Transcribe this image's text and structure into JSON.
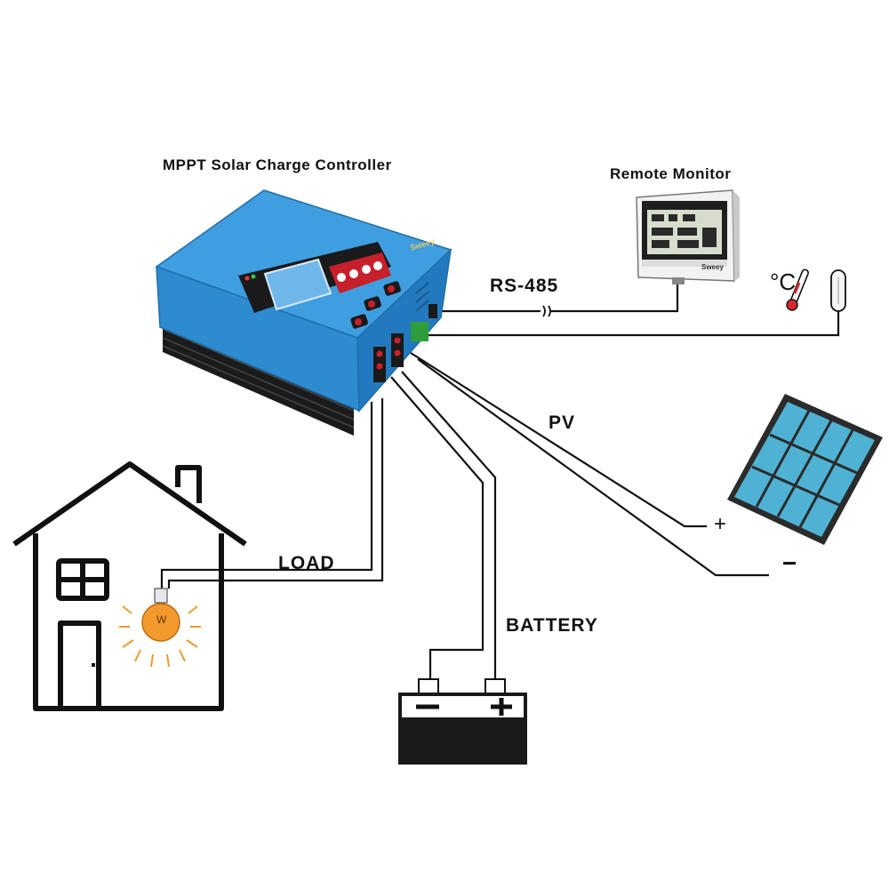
{
  "diagram": {
    "controller_title": "MPPT Solar Charge Controller",
    "monitor_title": "Remote Monitor",
    "rs485_label": "RS-485",
    "pv_label": "PV",
    "load_label": "LOAD",
    "battery_label": "BATTERY",
    "temperature_symbol": "°C",
    "pv_plus": "+",
    "pv_minus": "−",
    "controller_brand": "Sweey",
    "monitor_brand": "Sweey",
    "bulb_unit": "W"
  },
  "colors": {
    "controller_body": "#2e8bd0",
    "controller_top": "#3f9ee0",
    "heatsink": "#1b1b1b",
    "lcd": "#6fb7ea",
    "button_red": "#c8202a",
    "solar_panel": "#4fb2d4",
    "bulb": "#f29a2e",
    "line": "#111111"
  }
}
